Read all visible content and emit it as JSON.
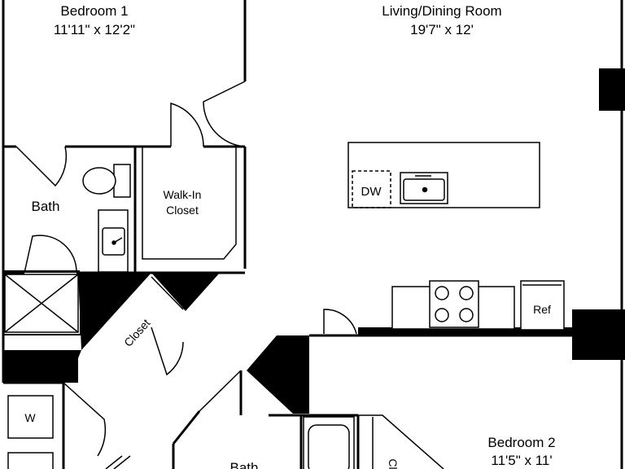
{
  "rooms": {
    "bedroom1": {
      "name": "Bedroom 1",
      "dims": "11'11\" x 12'2\""
    },
    "living": {
      "name": "Living/Dining Room",
      "dims": "19'7\" x 12'"
    },
    "bedroom2": {
      "name": "Bedroom 2",
      "dims": "11'5\" x 11'"
    },
    "bath1": {
      "name": "Bath"
    },
    "bath2": {
      "name": "Bath"
    },
    "walkin": {
      "line1": "Walk-In",
      "line2": "Closet"
    },
    "closet": {
      "name": "Closet"
    },
    "closet2_partial": {
      "name": "Cl"
    }
  },
  "fixtures": {
    "dishwasher": "DW",
    "refrigerator": "Ref",
    "washer": "W"
  },
  "colors": {
    "wall": "#000000",
    "background": "#ffffff"
  }
}
